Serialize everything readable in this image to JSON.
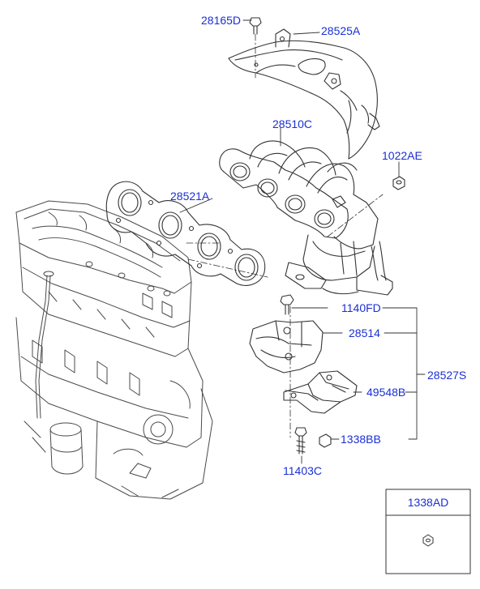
{
  "labels": {
    "bolt_top": "28165D",
    "heat_shield": "28525A",
    "manifold": "28510C",
    "gasket": "28521A",
    "nut": "1022AE",
    "bolt_bracket": "1140FD",
    "bracket": "28514",
    "lower_shield": "49548B",
    "nut_lower": "1338BB",
    "bolt_long": "11403C",
    "group": "28527S"
  },
  "inset_box": {
    "title": "1338AD",
    "icon": "flange-nut-icon"
  },
  "colors": {
    "label": "#1a2fd6",
    "line": "#333333",
    "engine": "#555555"
  }
}
